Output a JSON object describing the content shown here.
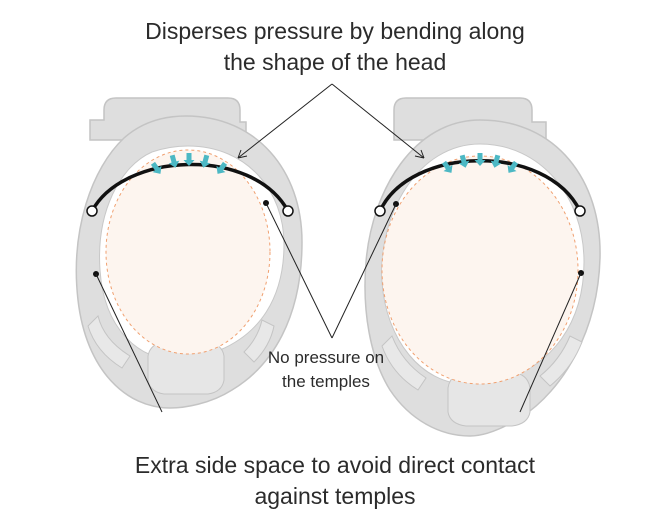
{
  "captions": {
    "top": [
      "Disperses pressure by bending along",
      "the shape of the head"
    ],
    "middle": [
      "No pressure on",
      "the temples"
    ],
    "bottom": [
      "Extra side space to avoid direct contact",
      "against temples"
    ]
  },
  "colors": {
    "shell": "#dedede",
    "shell_edge": "#c4c4c4",
    "head_fill": "#fdf5ef",
    "head_outline": "#f0a070",
    "band": "#111111",
    "arrows": "#4cb8c4",
    "leader_lines": "#222222"
  }
}
